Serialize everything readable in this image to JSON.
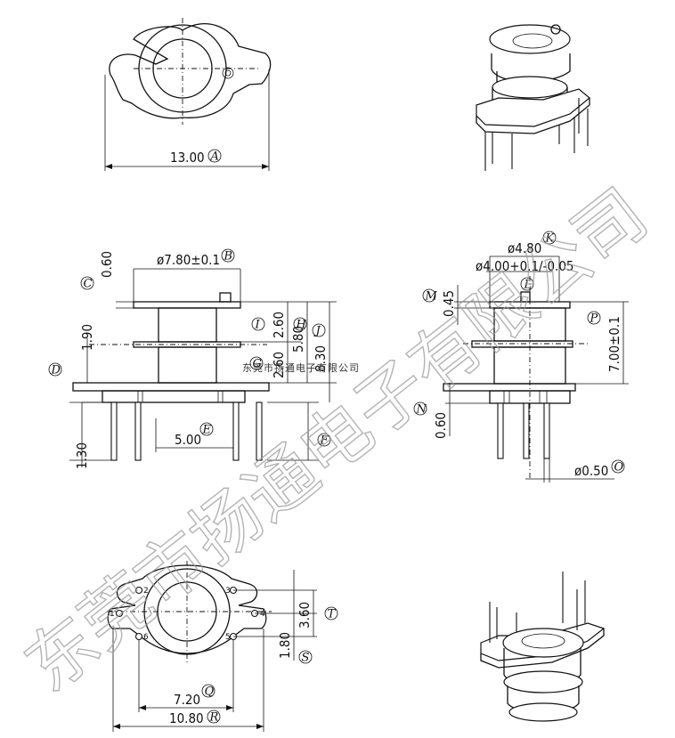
{
  "top_view": {
    "overall_width": "13.00",
    "overall_width_ref": "A"
  },
  "front_view": {
    "flange_diameter": "ø7.80±0.1",
    "flange_diameter_ref": "B",
    "top_flange_thickness": "0.60",
    "top_flange_ref": "C",
    "base_height": "1.90",
    "base_ref": "D",
    "pin_spacing": "5.00",
    "pin_spacing_ref": "E",
    "pin_length_ref": "F",
    "slot_ref": "G",
    "section1": "2.60",
    "section1_ref": "I",
    "section_total": "5.80",
    "section_total_ref": "H",
    "section2": "2.60",
    "overall_height": "8.30",
    "overall_height_ref": "J",
    "pin_length": "1.30"
  },
  "side_view": {
    "outer_diameter": "ø4.80",
    "outer_diameter_ref": "K",
    "inner_diameter": "ø4.00+0.1/-0.05",
    "inner_diameter_ref": "L",
    "flange_thickness": "0.45",
    "flange_thickness_ref": "M",
    "standoff": "0.60",
    "standoff_ref": "N",
    "pin_diameter": "ø0.50",
    "pin_diameter_ref": "O",
    "body_height": "7.00±0.1",
    "body_height_ref": "P"
  },
  "bottom_view": {
    "pin_numbers": [
      "1",
      "2",
      "3",
      "4",
      "5",
      "6"
    ],
    "pin_row_pitch": "7.20",
    "pin_row_pitch_ref": "Q",
    "overall_width": "10.80",
    "overall_width_ref": "R",
    "pin_offset": "1.80",
    "pin_offset_ref": "S",
    "pin_column_pitch": "3.60",
    "pin_column_pitch_ref": "T"
  },
  "company_label": "东莞市扬通电子有限公司",
  "watermark": "东莞市扬通电子有限公司"
}
